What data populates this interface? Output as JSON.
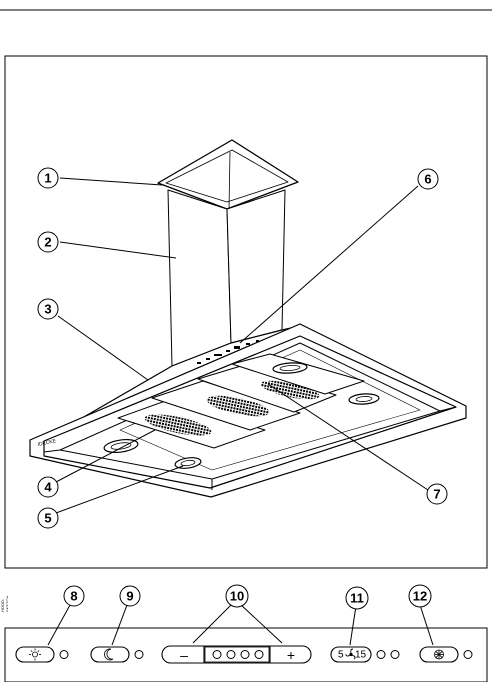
{
  "figure_code": "HOOD-SKETCH",
  "brand_label": "IDECKE",
  "callouts": {
    "c1": "1",
    "c2": "2",
    "c3": "3",
    "c4": "4",
    "c5": "5",
    "c6": "6",
    "c7": "7",
    "c8": "8",
    "c9": "9",
    "c10": "10",
    "c11": "11",
    "c12": "12"
  },
  "control_panel": {
    "minus_symbol": "–",
    "plus_symbol": "+",
    "timer_left": "5",
    "timer_right": "15"
  }
}
